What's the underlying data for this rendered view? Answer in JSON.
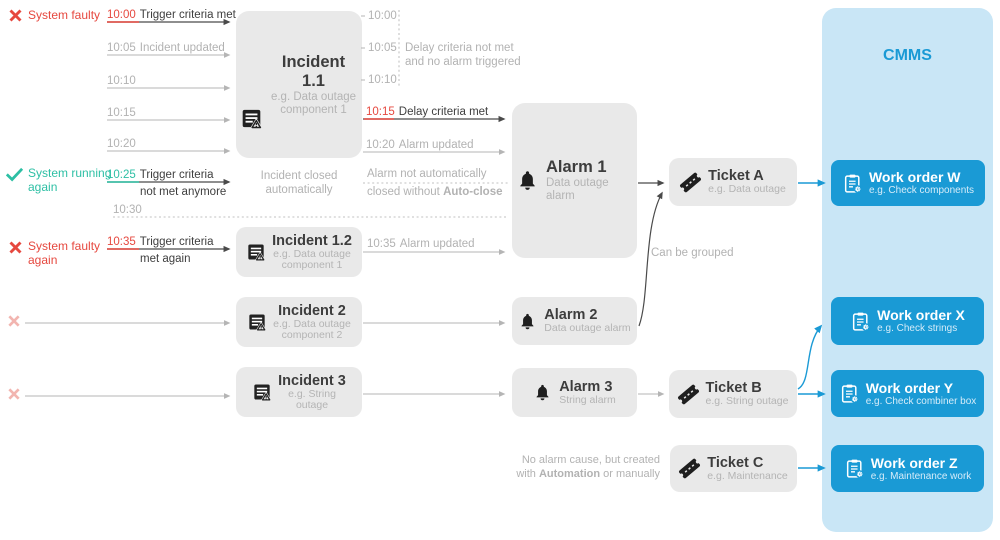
{
  "colors": {
    "red": "#e6483f",
    "teal": "#2dbfa4",
    "blue": "#1a9ad5",
    "panel_blue": "#c9e6f6",
    "node_gray": "#e9e9e9",
    "muted_text": "#b2b2b2",
    "dark_text": "#3e3e3e",
    "muted_red": "#f2b5b0"
  },
  "statuses": [
    {
      "icon": "x-icon",
      "label": "System faulty"
    },
    {
      "icon": "check-icon",
      "label": "System running again"
    },
    {
      "icon": "x-icon",
      "label": "System faulty again"
    },
    {
      "icon": "x-muted-icon",
      "label": ""
    },
    {
      "icon": "x-muted-icon",
      "label": ""
    }
  ],
  "timeline_left": [
    {
      "time": "10:00",
      "label": "Trigger criteria met",
      "label2": ""
    },
    {
      "time": "10:05",
      "label": "Incident updated",
      "label2": ""
    },
    {
      "time": "10:10",
      "label": "",
      "label2": ""
    },
    {
      "time": "10:15",
      "label": "",
      "label2": ""
    },
    {
      "time": "10:20",
      "label": "",
      "label2": ""
    },
    {
      "time": "10:25",
      "label": "Trigger criteria",
      "label2": "not met anymore"
    },
    {
      "time": "10:30",
      "label": "",
      "label2": ""
    },
    {
      "time": "10:35",
      "label": "Trigger criteria",
      "label2": "met again"
    }
  ],
  "timeline_mid": {
    "t1": "10:00",
    "t2": "10:05",
    "t3": "10:10",
    "delay_note_1": "Delay criteria not met",
    "delay_note_2": "and no alarm triggered",
    "r1015_time": "10:15",
    "r1015_label": "Delay criteria met",
    "r1020_time": "10:20",
    "r1020_label": "Alarm updated",
    "autoclose_1": "Alarm not automatically",
    "autoclose_2_pre": "closed without ",
    "autoclose_2_bold": "Auto-close",
    "r1035_time": "10:35",
    "r1035_label": "Alarm updated"
  },
  "notes": {
    "incident_closed_1": "Incident closed",
    "incident_closed_2": "automatically",
    "can_be_grouped": "Can be grouped",
    "no_alarm_1": "No alarm cause, but created",
    "no_alarm_2_pre": "with ",
    "no_alarm_2_bold": "Automation",
    "no_alarm_2_post": " or manually"
  },
  "nodes": {
    "incident11": {
      "title": "Incident 1.1",
      "sub1": "e.g. Data outage",
      "sub2": "component 1"
    },
    "incident12": {
      "title": "Incident 1.2",
      "sub1": "e.g. Data outage",
      "sub2": "component 1"
    },
    "incident2": {
      "title": "Incident 2",
      "sub1": "e.g. Data outage",
      "sub2": "component 2"
    },
    "incident3": {
      "title": "Incident 3",
      "sub1": "e.g. String",
      "sub2": "outage"
    },
    "alarm1": {
      "title": "Alarm 1",
      "sub": "Data outage alarm"
    },
    "alarm2": {
      "title": "Alarm 2",
      "sub": "Data outage alarm"
    },
    "alarm3": {
      "title": "Alarm 3",
      "sub": "String alarm"
    },
    "ticketA": {
      "title": "Ticket A",
      "sub": "e.g. Data outage"
    },
    "ticketB": {
      "title": "Ticket B",
      "sub": "e.g. String outage"
    },
    "ticketC": {
      "title": "Ticket C",
      "sub": "e.g. Maintenance"
    }
  },
  "cmms": {
    "title": "CMMS",
    "orders": [
      {
        "title": "Work order W",
        "sub": "e.g. Check components"
      },
      {
        "title": "Work order X",
        "sub": "e.g. Check strings"
      },
      {
        "title": "Work order Y",
        "sub": "e.g. Check combiner box"
      },
      {
        "title": "Work order Z",
        "sub": "e.g. Maintenance work"
      }
    ]
  }
}
